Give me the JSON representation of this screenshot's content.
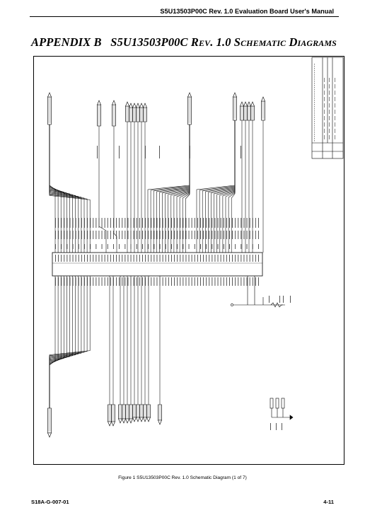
{
  "header": {
    "manual_title": "S5U13503P00C Rev. 1.0 Evaluation Board User's Manual"
  },
  "page": {
    "appendix_label": "APPENDIX B",
    "title_main": "S5U13503P00C R",
    "title_rev_sc": "EV",
    "title_num": ". 1.0 S",
    "title_sch_sc": "CHEMATIC",
    "title_d": " D",
    "title_diag_sc": "IAGRAMS"
  },
  "figure": {
    "caption": "Figure 1  S5U13503P00C Rev. 1.0 Schematic Diagram (1 of 7)"
  },
  "footer": {
    "doc_id": "S18A-G-007-01",
    "page_number": "4-11"
  }
}
